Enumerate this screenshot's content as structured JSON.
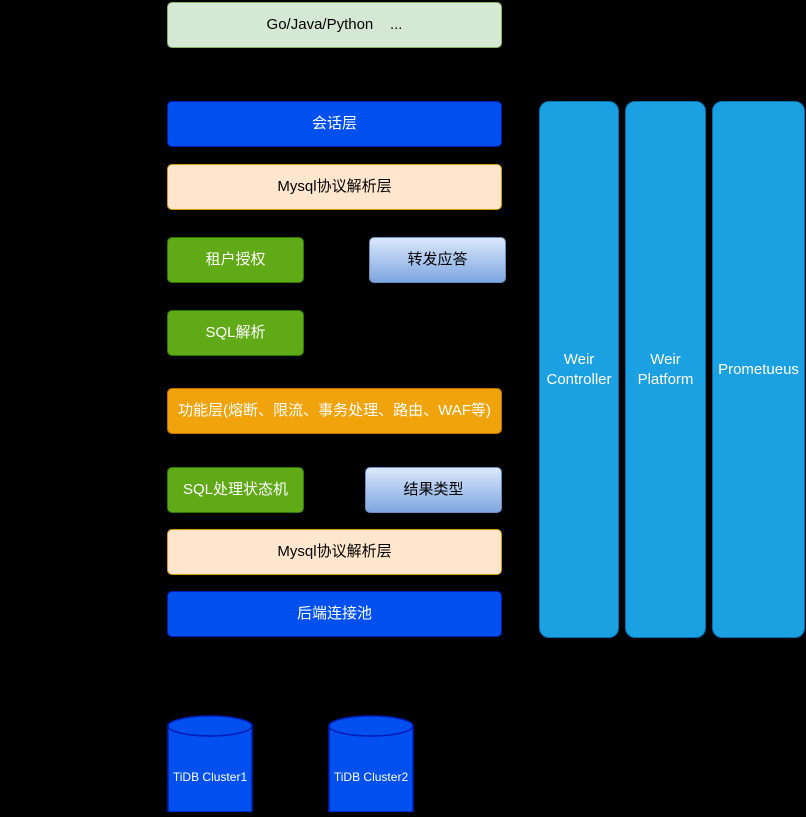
{
  "client": {
    "label": "Go/Java/Python    ..."
  },
  "proxy": {
    "session_layer": "会话层",
    "mysql_protocol_top": "Mysql协议解析层",
    "tenant_auth": "租户授权",
    "forward_response": "转发应答",
    "sql_parse": "SQL解析",
    "function_layer": "功能层(熔断、限流、事务处理、路由、WAF等)",
    "sql_state_machine": "SQL处理状态机",
    "result_type": "结果类型",
    "mysql_protocol_bottom": "Mysql协议解析层",
    "backend_pool": "后端连接池"
  },
  "side_panels": {
    "weir_controller": "Weir\nController",
    "weir_platform": "Weir\nPlatform",
    "prometheus": "Prometueus"
  },
  "clusters": {
    "cluster1": "TiDB Cluster1",
    "cluster2": "TiDB Cluster2"
  },
  "colors": {
    "client_fill": "#d5e8d4",
    "blue_fill": "#0050ef",
    "peach_fill": "#ffe6cc",
    "green_fill": "#60a917",
    "orange_fill": "#f0a30a",
    "side_fill": "#1ba1e2"
  }
}
